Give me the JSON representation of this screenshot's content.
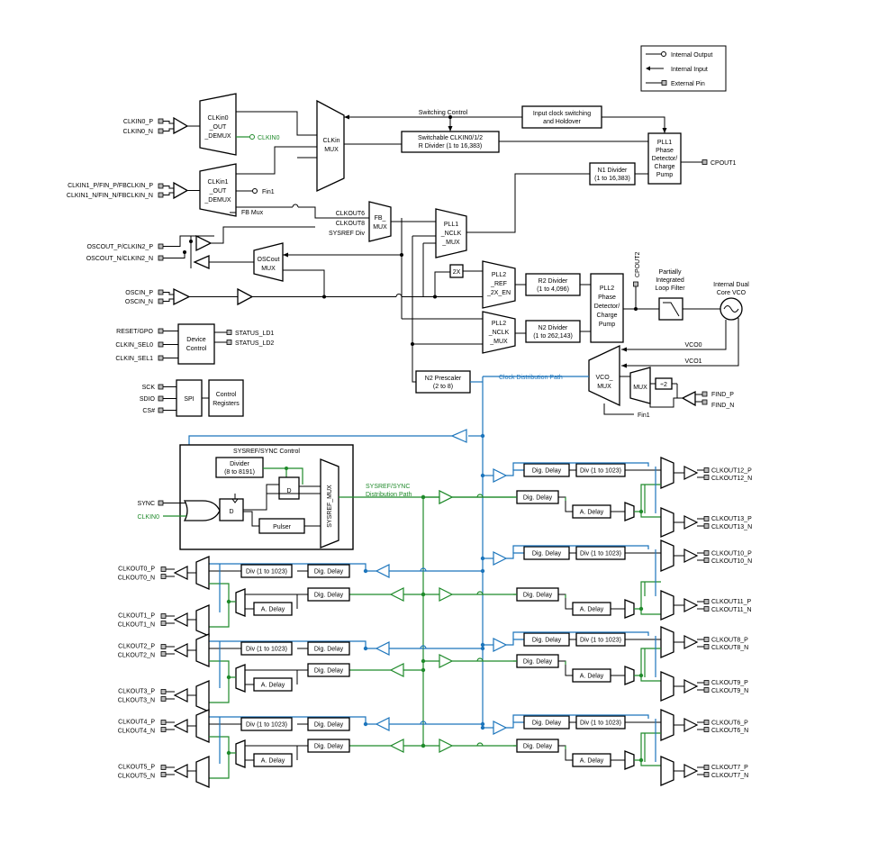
{
  "legend": {
    "internal_output": "Internal Output",
    "internal_input": "Internal Input",
    "external_pin": "External Pin"
  },
  "pins_left": {
    "clkin0_p": "CLKIN0_P",
    "clkin0_n": "CLKIN0_N",
    "clkin1_p": "CLKIN1_P/FIN_P/FBCLKIN_P",
    "clkin1_n": "CLKIN1_N/FIN_N/FBCLKIN_N",
    "oscout_p": "OSCOUT_P/CLKIN2_P",
    "oscout_n": "OSCOUT_N/CLKIN2_N",
    "oscin_p": "OSCIN_P",
    "oscin_n": "OSCIN_N",
    "reset": "RESET/GPO",
    "clkin_sel0": "CLKIN_SEL0",
    "clkin_sel1": "CLKIN_SEL1",
    "sck": "SCK",
    "sdio": "SDIO",
    "cs": "CS#",
    "sync": "SYNC",
    "clkin0_g": "CLKIN0"
  },
  "status": {
    "ld1": "STATUS_LD1",
    "ld2": "STATUS_LD2"
  },
  "blocks": {
    "clkin0_demux": [
      "CLKin0",
      "_OUT",
      "_DEMUX"
    ],
    "clkin1_demux": [
      "CLKin1",
      "_OUT",
      "_DEMUX"
    ],
    "clkin_mux": [
      "CLKin",
      "MUX"
    ],
    "fb_mux": [
      "FB_",
      "MUX"
    ],
    "oscout_mux": [
      "OSCout",
      "MUX"
    ],
    "pll1_nclk_mux": [
      "PLL1",
      "_NCLK",
      "_MUX"
    ],
    "pll2_ref_mux": [
      "PLL2",
      "_REF",
      "_2X_EN"
    ],
    "pll2_nclk_mux": [
      "PLL2",
      "_NCLK",
      "_MUX"
    ],
    "vco_mux": [
      "VCO_",
      "MUX"
    ],
    "mux": "MUX",
    "div2": "÷2",
    "two_x": "2X",
    "switchable_div": [
      "Switchable CLKIN0/1/2",
      "R Divider (1 to 16,383)"
    ],
    "input_switching": [
      "Input clock switching",
      "and Holdover"
    ],
    "pll1_pd": [
      "PLL1",
      "Phase",
      "Detector/",
      "Charge",
      "Pump"
    ],
    "n1_div": [
      "N1 Divider",
      "(1 to 16,383)"
    ],
    "r2_div": [
      "R2 Divider",
      "(1 to 4,096)"
    ],
    "n2_div": [
      "N2 Divider",
      "(1 to 262,143)"
    ],
    "pll2_pd": [
      "PLL2",
      "Phase",
      "Detector/",
      "Charge",
      "Pump"
    ],
    "loop_filter": [
      "Partially",
      "Integrated",
      "Loop Filter"
    ],
    "vco": [
      "Internal Dual",
      "Core VCO"
    ],
    "n2_prescaler": [
      "N2 Prescaler",
      "(2 to 8)"
    ],
    "device_control": [
      "Device",
      "Control"
    ],
    "spi": "SPI",
    "control_registers": [
      "Control",
      "Registers"
    ],
    "sysref_title": "SYSREF/SYNC Control",
    "sysref_divider": [
      "Divider",
      "(8 to 8191)"
    ],
    "d": "D",
    "pulser": "Pulser",
    "sysref_mux": "SYSREF_MUX"
  },
  "labels": {
    "clkin0_out": "CLKIN0",
    "fin1": "Fin1",
    "fb_mux": "FB Mux",
    "switching_control": "Switching Control",
    "cpout1": "CPOUT1",
    "cpout2": "CPOUT2",
    "clkout6": "CLKOUT6",
    "clkout8": "CLKOUT8",
    "sysref_div": "SYSREF Div",
    "vco0": "VCO0",
    "vco1": "VCO1",
    "find_p": "FIND_P",
    "find_n": "FIND_N",
    "fin1_b": "Fin1",
    "clock_dist": "Clock Distribution Path",
    "sysref_dist": [
      "SYSREF/SYNC",
      "Distribution Path"
    ]
  },
  "channel": {
    "dig_delay": "Dig. Delay",
    "div": "Div (1 to 1023)",
    "a_delay": "A. Delay"
  },
  "outputs_left": [
    [
      "CLKOUT0_P",
      "CLKOUT0_N"
    ],
    [
      "CLKOUT1_P",
      "CLKOUT1_N"
    ],
    [
      "CLKOUT2_P",
      "CLKOUT2_N"
    ],
    [
      "CLKOUT3_P",
      "CLKOUT3_N"
    ],
    [
      "CLKOUT4_P",
      "CLKOUT4_N"
    ],
    [
      "CLKOUT5_P",
      "CLKOUT5_N"
    ]
  ],
  "outputs_right": [
    [
      "CLKOUT12_P",
      "CLKOUT12_N"
    ],
    [
      "CLKOUT13_P",
      "CLKOUT13_N"
    ],
    [
      "CLKOUT10_P",
      "CLKOUT10_N"
    ],
    [
      "CLKOUT11_P",
      "CLKOUT11_N"
    ],
    [
      "CLKOUT8_P",
      "CLKOUT8_N"
    ],
    [
      "CLKOUT9_P",
      "CLKOUT9_N"
    ],
    [
      "CLKOUT6_P",
      "CLKOUT6_N"
    ],
    [
      "CLKOUT7_P",
      "CLKOUT7_N"
    ]
  ],
  "colors": {
    "clock_path": "#1c75bc",
    "sysref_path": "#1f8a2a",
    "line": "#000000"
  }
}
